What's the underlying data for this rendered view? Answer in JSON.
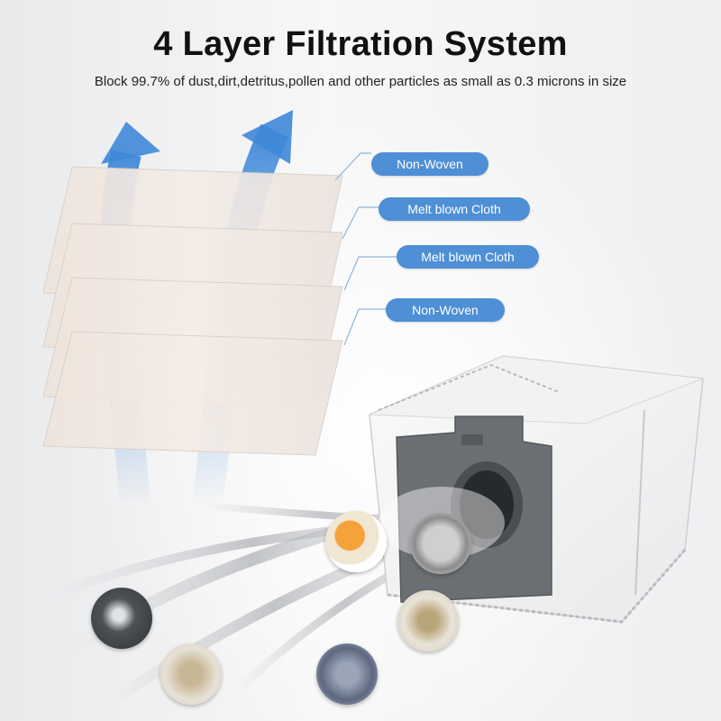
{
  "header": {
    "title": "4 Layer Filtration System",
    "subtitle": "Block 99.7% of dust,dirt,detritus,pollen and other particles as small as 0.3 microns in size"
  },
  "layers": [
    {
      "label": "Non-Woven"
    },
    {
      "label": "Melt blown Cloth"
    },
    {
      "label": "Melt blown Cloth"
    },
    {
      "label": "Non-Woven"
    }
  ],
  "colors": {
    "callout": "#4e8fd6",
    "arrow": "#3f88d8",
    "bag_plate": "#6b6e73"
  },
  "icons": [
    "airflow-arrow-icon",
    "airflow-arrow-icon"
  ],
  "samples": [
    "fruit-peel-sample",
    "debris-sample",
    "dark-dust-sample",
    "crumbs-sample",
    "hair-sample",
    "dust-ball-sample"
  ]
}
